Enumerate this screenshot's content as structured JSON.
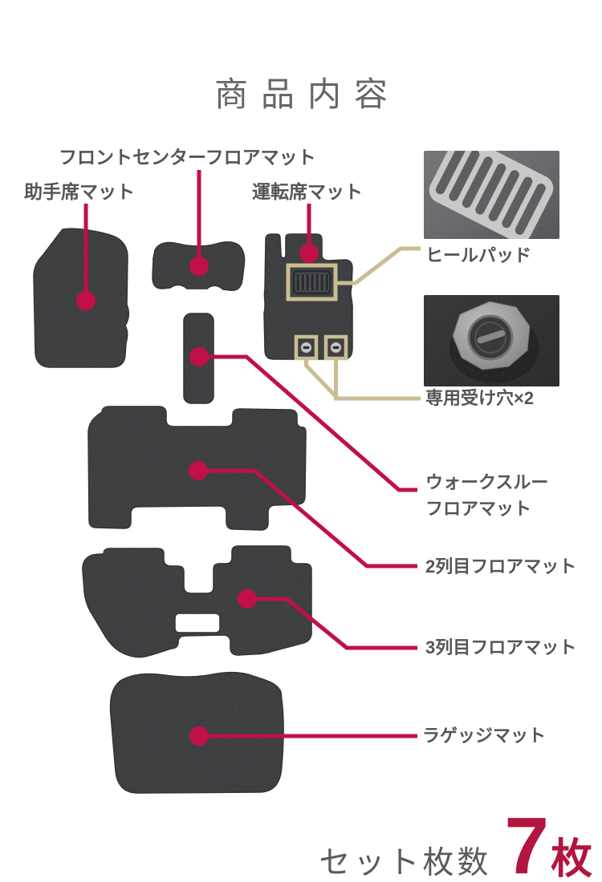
{
  "title": "商品内容",
  "labels": {
    "front_center": "フロントセンターフロアマット",
    "passenger": "助手席マット",
    "driver": "運転席マット",
    "heel_pad": "ヒールパッド",
    "receiver_hole": "専用受け穴×2",
    "walkthrough_line1": "ウォークスルー",
    "walkthrough_line2": "フロアマット",
    "second_row": "2列目フロアマット",
    "third_row": "3列目フロアマット",
    "luggage": "ラゲッジマット"
  },
  "footer": {
    "set_label": "セット枚数",
    "count_number": "7",
    "count_unit": "枚"
  },
  "colors": {
    "accent_red": "#c11046",
    "count_red": "#b2153e",
    "callout_tan": "#cabd94",
    "text_gray": "#555555",
    "title_gray": "#666666",
    "mat_black": "#2a2b2d"
  },
  "items_pictured": [
    "助手席マット",
    "フロントセンターフロアマット",
    "運転席マット",
    "ウォークスルーフロアマット",
    "2列目フロアマット",
    "3列目フロアマット",
    "ラゲッジマット"
  ]
}
